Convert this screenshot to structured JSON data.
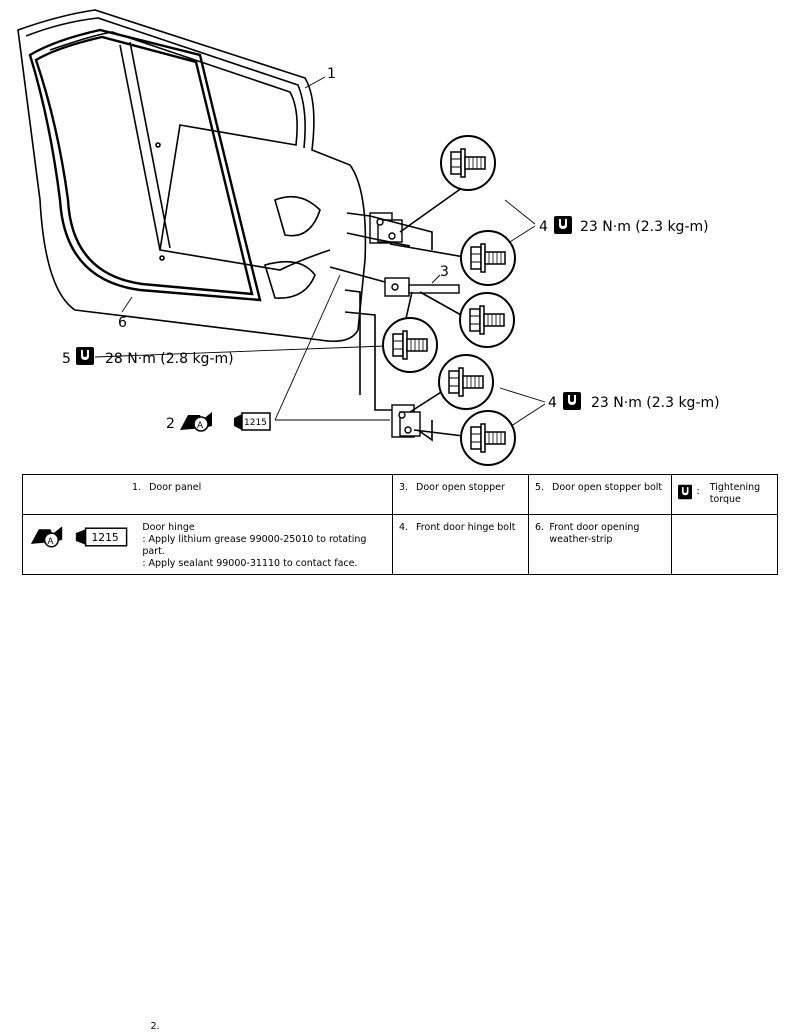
{
  "diagram": {
    "callouts": {
      "c1": "1",
      "c3": "3",
      "c6": "6",
      "c2": "2",
      "c4a": "4",
      "c4b": "4",
      "c5": "5"
    },
    "torques": {
      "t4a": "23 N⋅m (2.3 kg-m)",
      "t4b": "23 N⋅m (2.3 kg-m)",
      "t5": "28 N⋅m (2.8 kg-m)"
    },
    "sealant_code": "1215",
    "grease_letter": "A"
  },
  "legend": {
    "row1": {
      "n1": "1.",
      "l1": "Door panel",
      "n3": "3.",
      "l3": "Door open stopper",
      "n5": "5.",
      "l5": "Door open stopper bolt",
      "sym_colon": ":",
      "l_torque": "Tightening torque"
    },
    "row2": {
      "n2": "2.",
      "l2_title": "Door hinge",
      "l2_note1": ": Apply lithium grease 99000-25010 to rotating part.",
      "l2_note2": ": Apply sealant 99000-31110 to contact face.",
      "n4": "4.",
      "l4": "Front door hinge bolt",
      "n6": "6.",
      "l6": "Front door opening weather-strip"
    }
  }
}
